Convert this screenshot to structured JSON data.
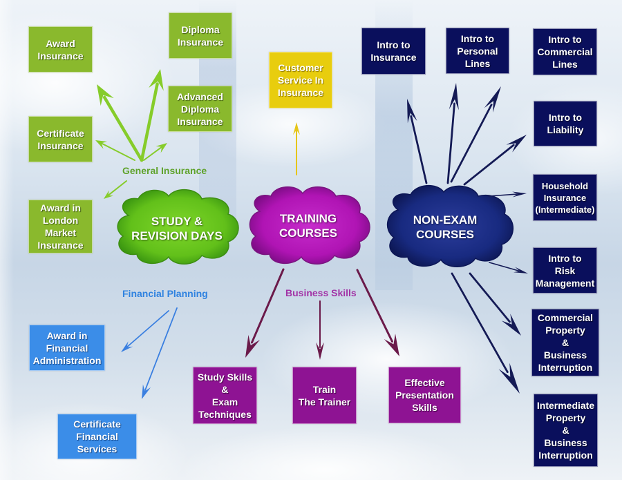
{
  "diagram": {
    "hubs": [
      {
        "id": "study",
        "label": "STUDY &\nREVISION DAYS",
        "color": "#66c21a"
      },
      {
        "id": "training",
        "label": "TRAINING\nCOURSES",
        "color": "#b514b8"
      },
      {
        "id": "nonexam",
        "label": "NON-EXAM\nCOURSES",
        "color": "#12206e"
      }
    ],
    "categories": {
      "general_insurance": {
        "label": "General Insurance",
        "color": "#5fa22b"
      },
      "financial_planning": {
        "label": "Financial Planning",
        "color": "#2f82e0"
      },
      "business_skills": {
        "label": "Business Skills",
        "color": "#a233a6"
      }
    },
    "general_insurance_courses": [
      {
        "label": "Award\nInsurance"
      },
      {
        "label": "Diploma\nInsurance"
      },
      {
        "label": "Advanced\nDiploma\nInsurance"
      },
      {
        "label": "Certificate\nInsurance"
      },
      {
        "label": "Award in\nLondon\nMarket\nInsurance"
      }
    ],
    "customer_service_course": {
      "label": "Customer\nService In\nInsurance"
    },
    "financial_planning_courses": [
      {
        "label": "Award in\nFinancial\nAdministration"
      },
      {
        "label": "Certificate\nFinancial\nServices"
      }
    ],
    "business_skills_courses": [
      {
        "label": "Study Skills\n&\nExam\nTechniques"
      },
      {
        "label": "Train\nThe Trainer"
      },
      {
        "label": "Effective\nPresentation\nSkills"
      }
    ],
    "non_exam_courses": [
      {
        "label": "Intro to\nInsurance"
      },
      {
        "label": "Intro to\nPersonal\nLines"
      },
      {
        "label": "Intro to\nCommercial\nLines"
      },
      {
        "label": "Intro to\nLiability"
      },
      {
        "label": "Household\nInsurance\n(Intermediate)"
      },
      {
        "label": "Intro to\nRisk\nManagement"
      },
      {
        "label": "Commercial\nProperty\n&\nBusiness\nInterruption"
      },
      {
        "label": "Intermediate\nProperty\n&\nBusiness\nInterruption"
      }
    ],
    "colors": {
      "green_box": "#8ab92d",
      "green_arrow": "#86cc2a",
      "yellow_box": "#e8cd0e",
      "yellow_arrow": "#e6c619",
      "navy_box": "#0a0f5c",
      "navy_arrow": "#141a55",
      "purple_box": "#8e1393",
      "purple_arrow": "#6b1a4a",
      "blue_box": "#3b8de8",
      "blue_arrow": "#3a7fe0"
    }
  }
}
